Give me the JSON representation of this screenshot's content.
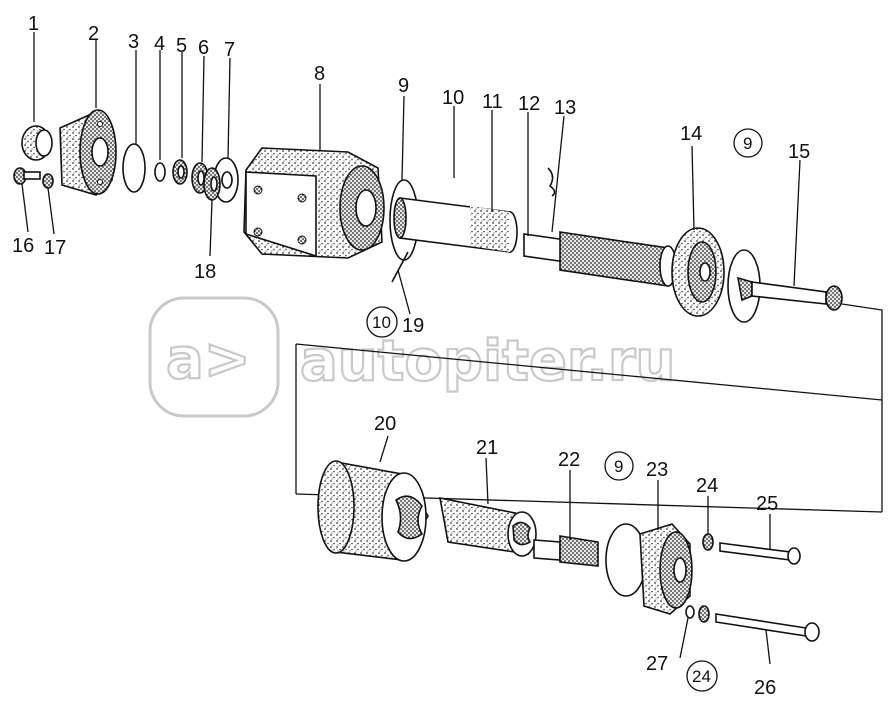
{
  "watermark": {
    "logo_glyph": "a>",
    "text": "autopiter.ru"
  },
  "callouts": {
    "c1": "1",
    "c2": "2",
    "c3": "3",
    "c4": "4",
    "c5": "5",
    "c6": "6",
    "c7": "7",
    "c8": "8",
    "c9": "9",
    "c10": "10",
    "c11": "11",
    "c12": "12",
    "c13": "13",
    "c14": "14",
    "c9b": "9",
    "c15": "15",
    "c16": "16",
    "c17": "17",
    "c18": "18",
    "c10b": "10",
    "c19": "19",
    "c20": "20",
    "c21": "21",
    "c22": "22",
    "c9c": "9",
    "c23": "23",
    "c24": "24",
    "c25": "25",
    "c27": "27",
    "c24b": "24",
    "c26": "26"
  },
  "colors": {
    "ink": "#111111",
    "watermark": "#c9c9c9",
    "stipple": "#3a3a3a"
  }
}
